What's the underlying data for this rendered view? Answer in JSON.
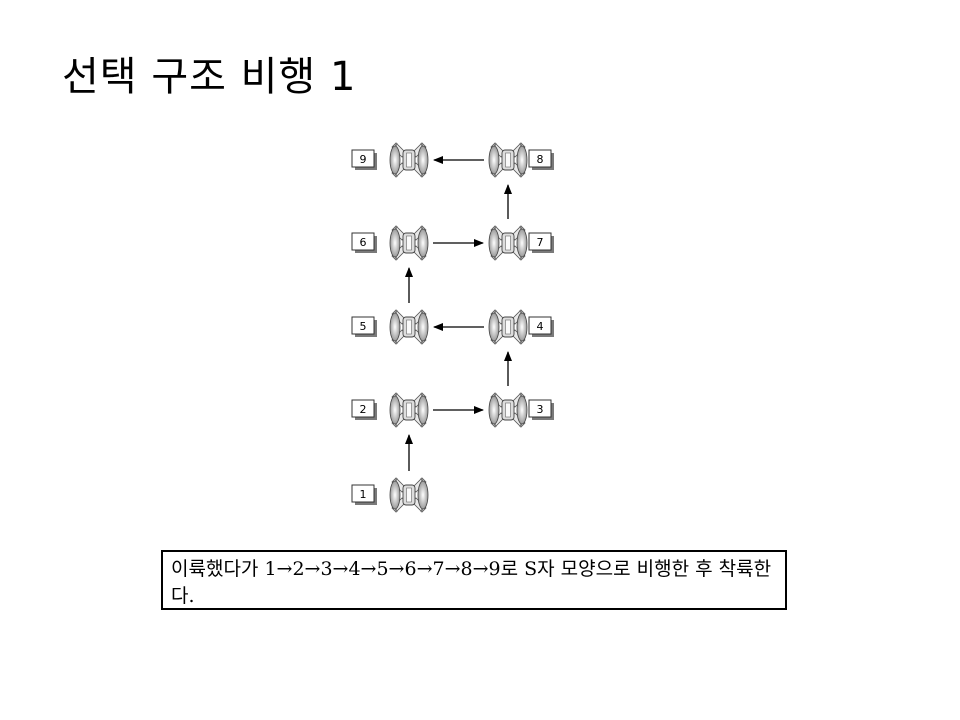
{
  "title": "선택 구조 비행 1",
  "steps": [
    "1",
    "2",
    "3",
    "4",
    "5",
    "6",
    "7",
    "8",
    "9"
  ],
  "caption": "이륙했다가 1→2→3→4→5→6→7→8→9로 S자 모양으로 비행한 후 착륙한다.",
  "icons": {
    "waypoint": "drone-icon"
  },
  "colors": {
    "line": "#000000",
    "label_border": "#333333",
    "drone_body": "#dddddd"
  }
}
